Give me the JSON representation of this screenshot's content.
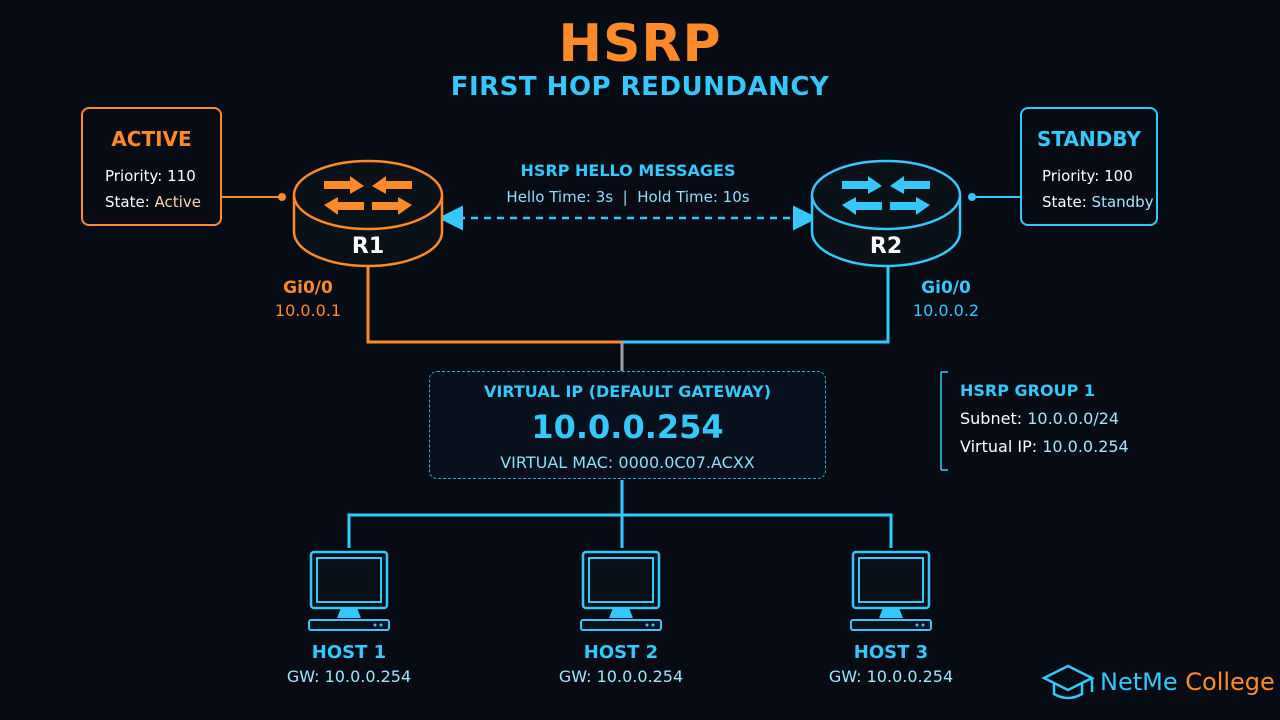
{
  "header": {
    "title": "HSRP",
    "subtitle": "FIRST HOP REDUNDANCY"
  },
  "active_box": {
    "heading": "ACTIVE",
    "priority_label": "Priority:",
    "priority_value": "110",
    "state_label": "State:",
    "state_value": "Active"
  },
  "standby_box": {
    "heading": "STANDBY",
    "priority_label": "Priority:",
    "priority_value": "100",
    "state_label": "State:",
    "state_value": "Standby"
  },
  "hello": {
    "title": "HSRP HELLO MESSAGES",
    "times": "Hello Time: 3s  |  Hold Time: 10s"
  },
  "routers": [
    {
      "name": "R1",
      "interface": "Gi0/0",
      "ip": "10.0.0.1",
      "color": "#ff8a2a"
    },
    {
      "name": "R2",
      "interface": "Gi0/0",
      "ip": "10.0.0.2",
      "color": "#34c8ff"
    }
  ],
  "virtual": {
    "label": "VIRTUAL IP (DEFAULT GATEWAY)",
    "ip": "10.0.0.254",
    "mac": "VIRTUAL MAC: 0000.0C07.ACXX"
  },
  "group": {
    "title": "HSRP GROUP 1",
    "subnet_label": "Subnet:",
    "subnet_value": "10.0.0.0/24",
    "vip_label": "Virtual IP:",
    "vip_value": "10.0.0.254"
  },
  "hosts": [
    {
      "name": "HOST 1",
      "gw": "GW: 10.0.0.254"
    },
    {
      "name": "HOST 2",
      "gw": "GW: 10.0.0.254"
    },
    {
      "name": "HOST 3",
      "gw": "GW: 10.0.0.254"
    }
  ],
  "brand": {
    "part1": "NetMe",
    "part2": "College"
  },
  "colors": {
    "active": "#ff8a2a",
    "standby": "#34c8ff",
    "background": "#060b14"
  },
  "icons": {
    "router": "router-icon",
    "host": "computer-monitor-icon",
    "brand": "graduation-cap-icon"
  }
}
